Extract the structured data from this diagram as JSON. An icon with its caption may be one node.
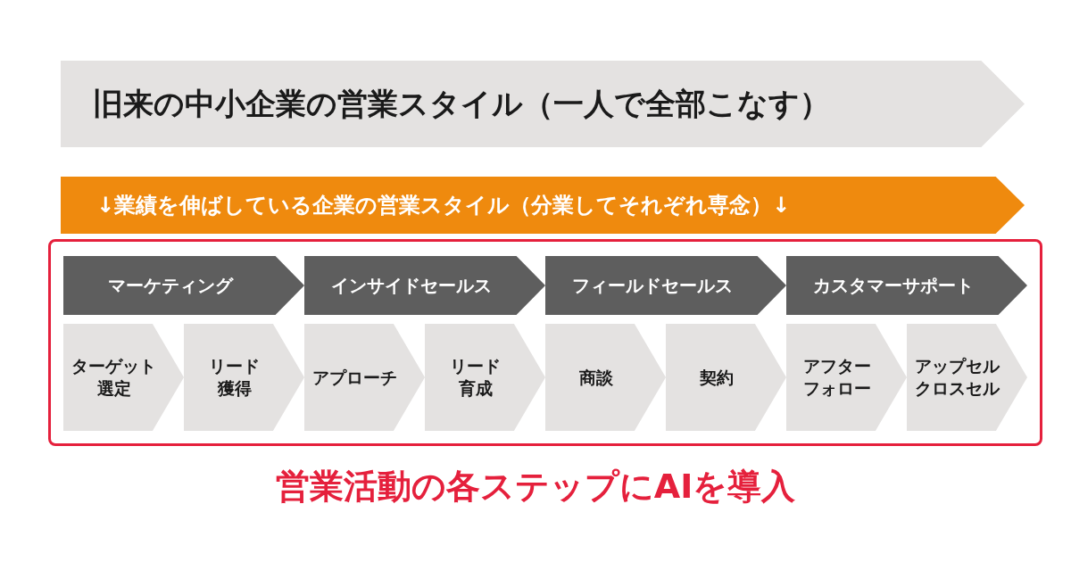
{
  "diagram": {
    "nodes": [
      {
        "text": [
          "旧来の中小企業の営業スタイル（一人で全部こなす）"
        ]
      },
      {
        "text": [
          "↓業績を伸ばしている企業の営業スタイル（分業してそれぞれ専念）↓"
        ]
      },
      {
        "text": [],
        "shape": "box"
      },
      {
        "text": [
          "マーケティング"
        ],
        "in": 2
      },
      {
        "text": [
          "インサイドセールス"
        ],
        "in": 2
      },
      {
        "text": [
          "フィールドセールス"
        ],
        "in": 2
      },
      {
        "text": [
          "カスタマーサポート"
        ],
        "in": 2
      },
      {
        "text": [
          "ターゲット選定"
        ],
        "in": 2
      },
      {
        "text": [
          "リード獲得"
        ],
        "in": 2
      },
      {
        "text": [
          "アプローチ"
        ],
        "in": 2
      },
      {
        "text": [
          "リード育成"
        ],
        "in": 2
      },
      {
        "text": [
          "商談"
        ],
        "in": 2
      },
      {
        "text": [
          "契約"
        ],
        "in": 2
      },
      {
        "text": [
          "アフターフォロー"
        ],
        "in": 2
      },
      {
        "text": [
          "アップセルクロスセル"
        ],
        "in": 2
      }
    ],
    "edges": [],
    "labels": [
      "営業活動の各ステップにAIを導入"
    ]
  }
}
